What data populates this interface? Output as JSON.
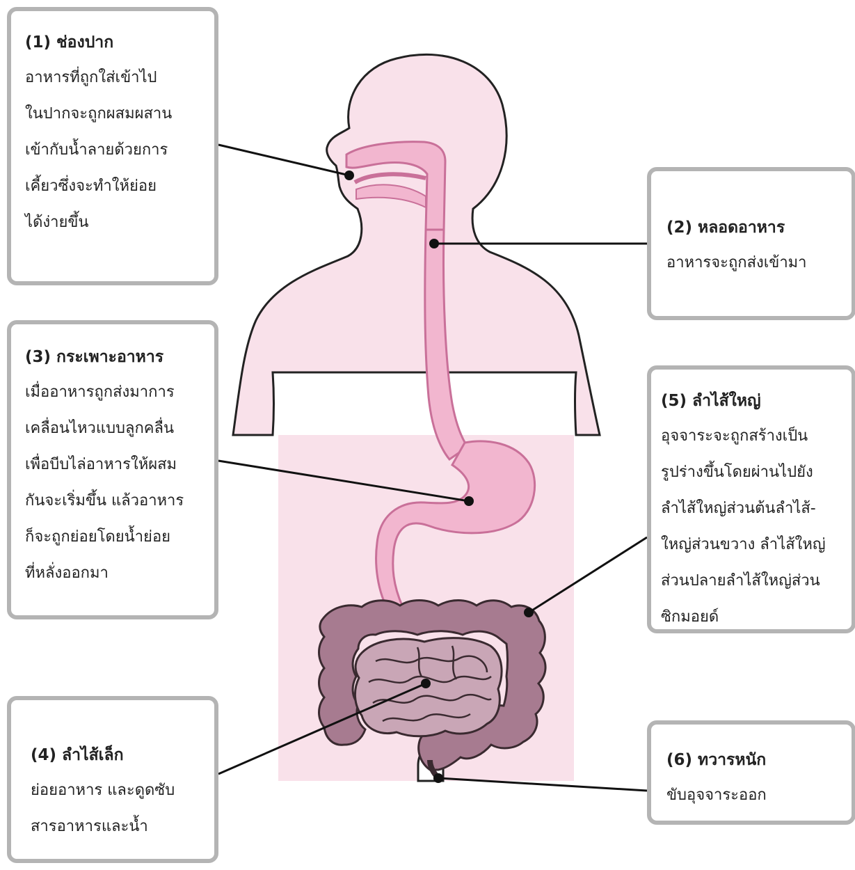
{
  "organs": [
    {
      "id": "mouth",
      "title": "(1) ช่องปาก",
      "lines": [
        "อาหารที่ถูกใส่เข้าไป",
        "ในปากจะถูกผสมผสาน",
        "เข้ากับน้ำลายด้วยการ",
        "เคี้ยวซึ่งจะทำให้ย่อย",
        "ได้ง่ายขึ้น"
      ]
    },
    {
      "id": "esophagus",
      "title": "(2) หลอดอาหาร",
      "lines": [
        "อาหารจะถูกส่งเข้ามา"
      ]
    },
    {
      "id": "stomach",
      "title": "(3) กระเพาะอาหาร",
      "lines": [
        "เมื่ออาหารถูกส่งมาการ",
        "เคลื่อนไหวแบบลูกคลื่น",
        "เพื่อบีบไล่อาหารให้ผสม",
        "กันจะเริ่มขึ้น แล้วอาหาร",
        "ก็จะถูกย่อยโดยน้ำย่อย",
        "ที่หลั่งออกมา"
      ]
    },
    {
      "id": "small-intestine",
      "title": "(4) ลำไส้เล็ก",
      "lines": [
        "ย่อยอาหาร และดูดซับ",
        "สารอาหารและน้ำ"
      ]
    },
    {
      "id": "large-intestine",
      "title": "(5) ลำไส้ใหญ่",
      "lines": [
        "อุจจาระจะถูกสร้างเป็น",
        "รูปร่างขึ้นโดยผ่านไปยัง",
        "ลำไส้ใหญ่ส่วนต้นลำไส้-",
        "ใหญ่ส่วนขวาง ลำไส้ใหญ่",
        "ส่วนปลายลำไส้ใหญ่ส่วน",
        "ซิกมอยด์"
      ]
    },
    {
      "id": "anus",
      "title": "(6) ทวารหนัก",
      "lines": [
        "ขับอุจจาระออก"
      ]
    }
  ],
  "colors": {
    "body_fill": "#f9e1ea",
    "digestive_pink": "#f2b6cf",
    "digestive_outline": "#c97099",
    "small_intestine": "#c9a6b6",
    "large_intestine": "#a77b90",
    "intestine_outline": "#3a2a30",
    "box_border": "#b4b4b4",
    "leader": "#111111"
  }
}
